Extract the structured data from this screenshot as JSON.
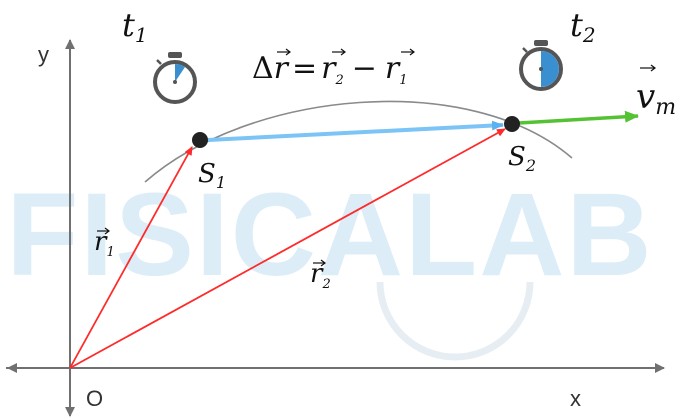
{
  "watermark": {
    "text": "FISICALAB",
    "color": "#d9ebf7"
  },
  "axes": {
    "x_label": "x",
    "y_label": "y",
    "origin_label": "O"
  },
  "points": {
    "s1": {
      "label": "S",
      "sub": "1"
    },
    "s2": {
      "label": "S",
      "sub": "2"
    }
  },
  "times": {
    "t1": {
      "label": "t",
      "sub": "1"
    },
    "t2": {
      "label": "t",
      "sub": "2"
    }
  },
  "vectors": {
    "r1": {
      "label": "r",
      "sub": "1"
    },
    "r2": {
      "label": "r",
      "sub": "2"
    },
    "vm": {
      "label": "v",
      "sub": "m"
    }
  },
  "equation": {
    "delta": "Δ",
    "lhs": "r",
    "equals": "=",
    "r2": "r",
    "r2_sub": "2",
    "minus": "−",
    "r1": "r",
    "r1_sub": "1"
  },
  "colors": {
    "position_vector": "#ff2a2a",
    "displacement": "#7cc4f5",
    "velocity": "#55c234",
    "trajectory": "#8a8a8a",
    "axis": "#707070",
    "stopwatch_fill": "#3a8fd0"
  }
}
